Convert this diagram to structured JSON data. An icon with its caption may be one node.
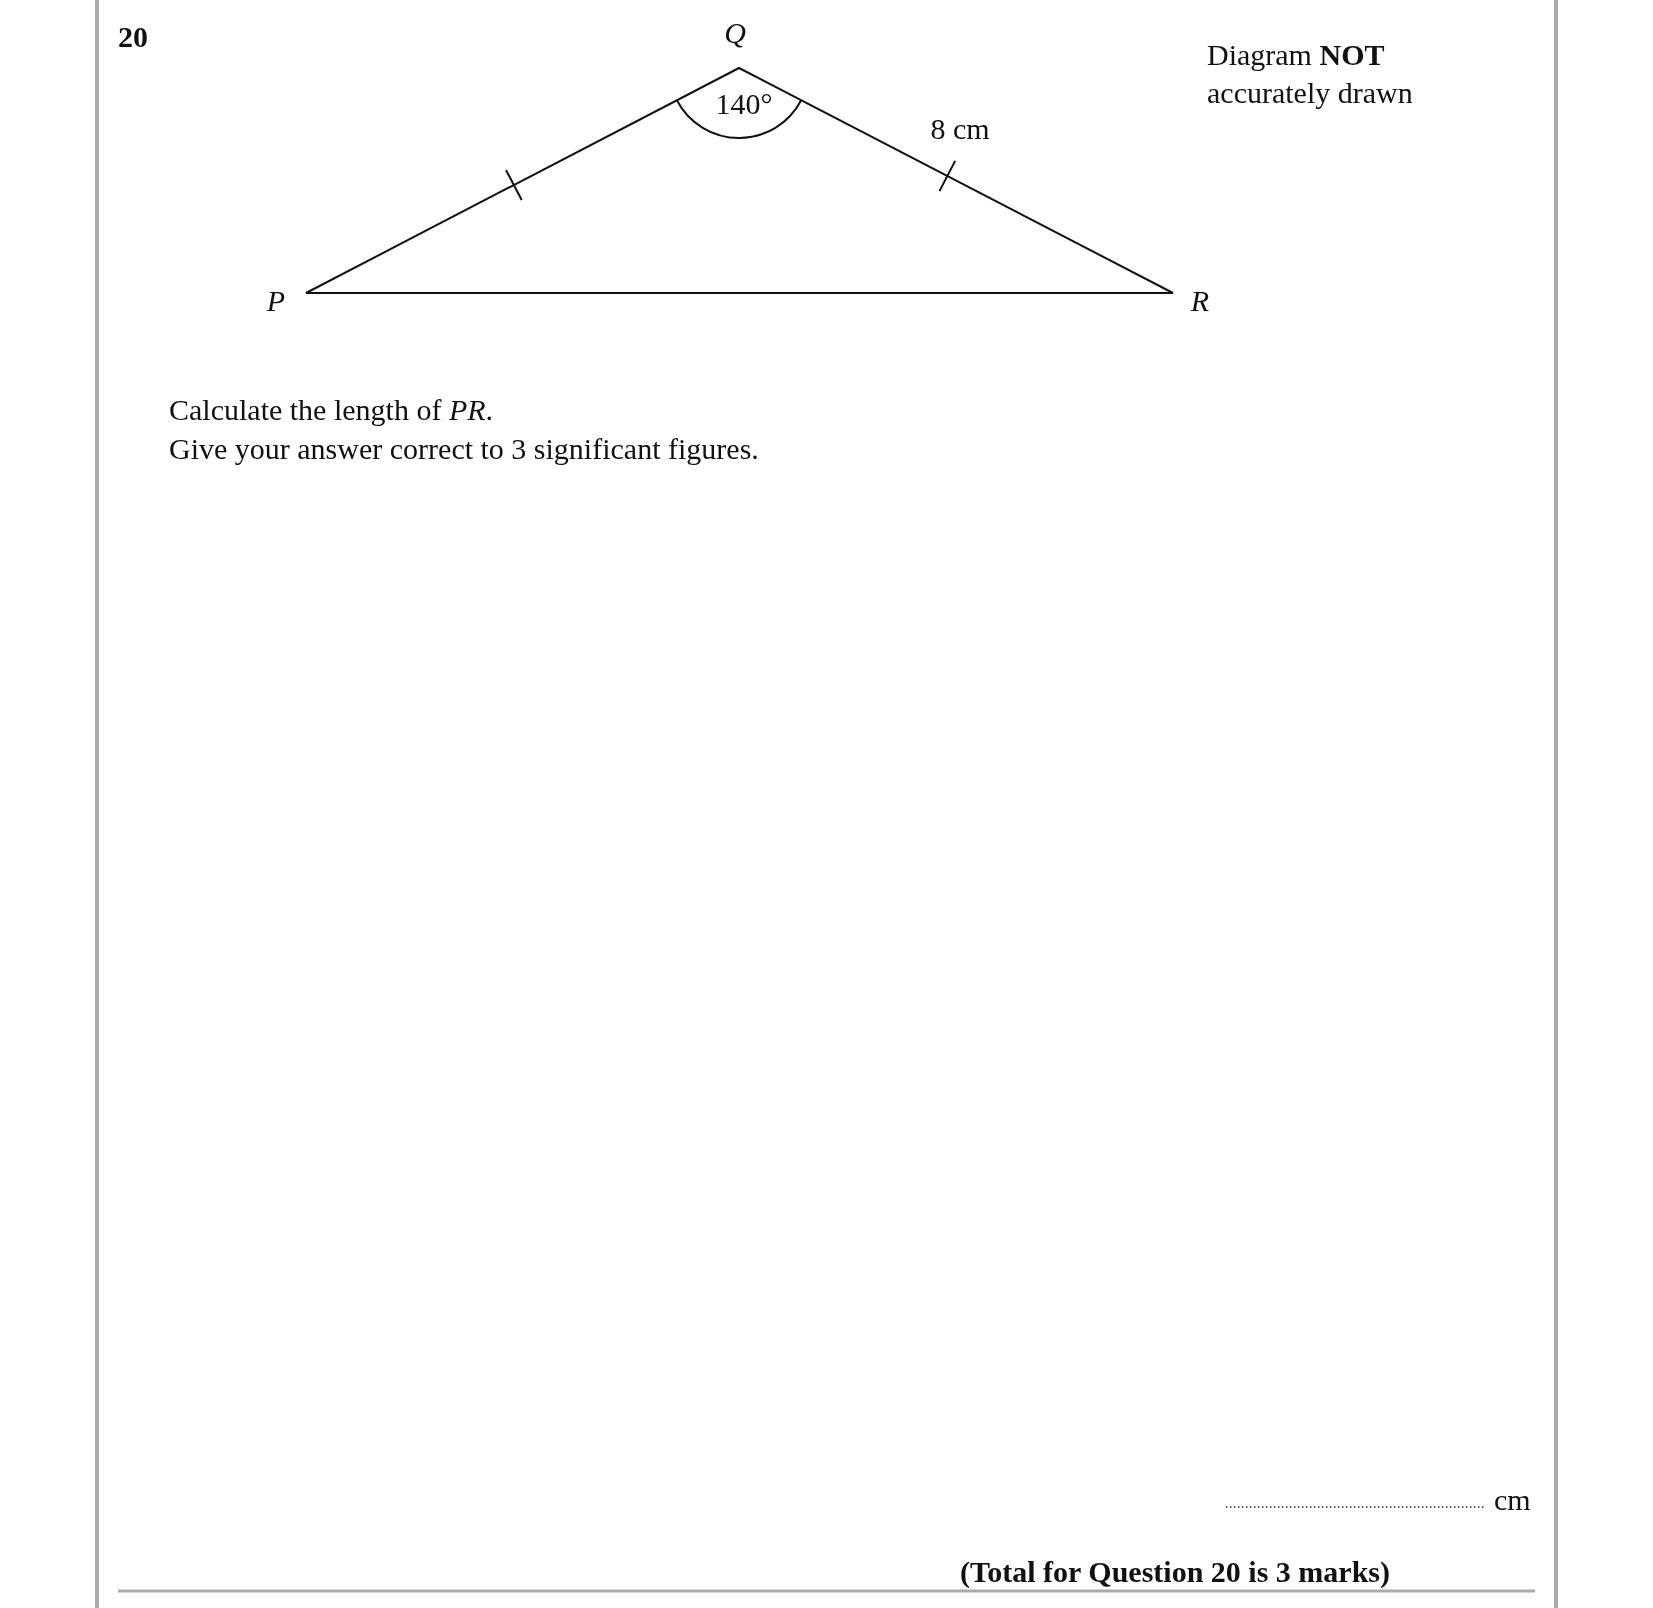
{
  "diagram": {
    "labels": [
      "20",
      "Q",
      "Diagram **NOT** accurately drawn",
      "140°",
      "8 cm",
      "P",
      "R",
      "Calculate the length of *PR*.",
      "Give your answer correct to 3 significant figures.",
      "cm",
      "(Total for Question 20 is 3 marks)"
    ]
  }
}
